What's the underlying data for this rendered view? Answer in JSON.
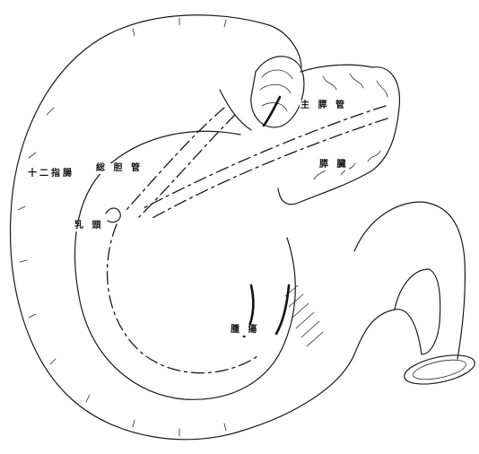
{
  "labels": {
    "duodenum": "十二指腸",
    "bile_duct": "総 胆 管",
    "main_pancreatic_duct": "主 膵 管",
    "pancreas": "膵 臓",
    "papilla": "乳 頭",
    "tumor": "腫 瘍"
  }
}
